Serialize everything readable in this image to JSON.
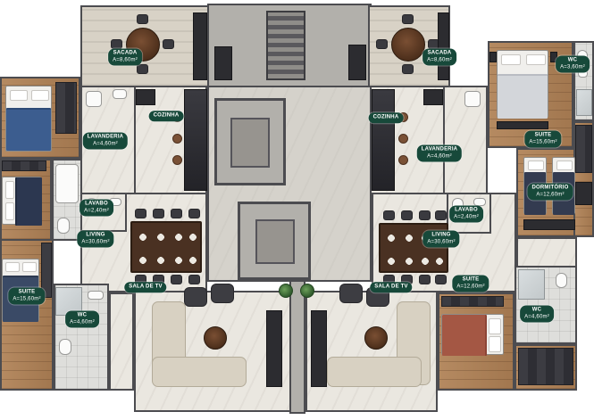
{
  "colors": {
    "label_bg": "#17493a",
    "wall": "#4c4c50",
    "marble_floor": "#eae7e0",
    "wood_floor": "#a87e5c",
    "core_gray": "#b2b0ab",
    "sofa_beige": "#d8d1c2",
    "table_wood": "#4a3122"
  },
  "labels": [
    {
      "id": "sacada-left",
      "name": "SACADA",
      "area": "A=8,60m²"
    },
    {
      "id": "cozinha-left",
      "name": "COZINHA"
    },
    {
      "id": "lavanderia-left",
      "name": "LAVANDERIA",
      "area": "A=4,60m²"
    },
    {
      "id": "lavabo-left",
      "name": "LAVABO",
      "area": "A=2,40m²"
    },
    {
      "id": "living-left",
      "name": "LIVING",
      "area": "A=30,60m²"
    },
    {
      "id": "sala-de-tv-left",
      "name": "SALA DE TV"
    },
    {
      "id": "suite-left-bottom",
      "name": "SUITE",
      "area": "A=15,60m²"
    },
    {
      "id": "wc-left-bottom",
      "name": "WC",
      "area": "A=4,60m²"
    },
    {
      "id": "sacada-right",
      "name": "SACADA",
      "area": "A=8,60m²"
    },
    {
      "id": "wc-right-top",
      "name": "WC",
      "area": "A=3,60m²"
    },
    {
      "id": "suite-right-top",
      "name": "SUITE",
      "area": "A=15,60m²"
    },
    {
      "id": "cozinha-right",
      "name": "COZINHA"
    },
    {
      "id": "lavanderia-right",
      "name": "LAVANDERIA",
      "area": "A=4,60m²"
    },
    {
      "id": "dormitorio-right",
      "name": "DORMITÓRIO",
      "area": "A=12,60m²"
    },
    {
      "id": "lavabo-right",
      "name": "LAVABO",
      "area": "A=2,40m²"
    },
    {
      "id": "living-right",
      "name": "LIVING",
      "area": "A=30,60m²"
    },
    {
      "id": "sala-de-tv-right",
      "name": "SALA DE TV"
    },
    {
      "id": "suite-right-bottom",
      "name": "SUITE",
      "area": "A=12,60m²"
    },
    {
      "id": "wc-right-bottom",
      "name": "WC",
      "area": "A=4,60m²"
    }
  ]
}
